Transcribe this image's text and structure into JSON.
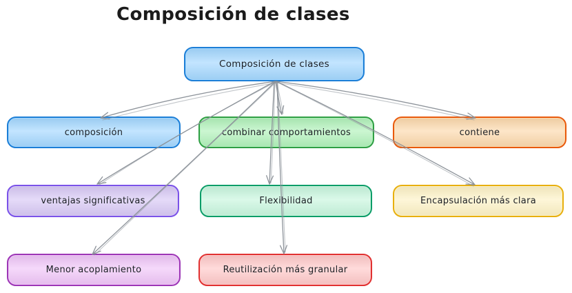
{
  "app": {
    "background": "#ffffff",
    "arrow_color": "#8d939a",
    "text_color": "#1b1f24"
  },
  "title": "Composición de clases",
  "diagram": {
    "nodes": [
      {
        "id": "root",
        "label": "Composición de clases",
        "fill": "#a5d8ff",
        "stroke": "#1c7ed6",
        "style": "--fill:#a5d8ff;--stroke:#1c7ed6"
      },
      {
        "id": "composicion",
        "label": "composición",
        "fill": "#a5d8ff",
        "stroke": "#1c7ed6",
        "style": "--fill:#a5d8ff;--stroke:#1c7ed6"
      },
      {
        "id": "combinar",
        "label": "combinar comportamientos",
        "fill": "#b2f2bb",
        "stroke": "#2f9e44",
        "style": "--fill:#b2f2bb;--stroke:#2f9e44"
      },
      {
        "id": "contiene",
        "label": "contiene",
        "fill": "#fcd9ad",
        "stroke": "#e8590c",
        "style": "--fill:#fcd9ad;--stroke:#e8590c"
      },
      {
        "id": "ventajas",
        "label": "ventajas significativas",
        "fill": "#d8c9f5",
        "stroke": "#7a52e8",
        "style": "--fill:#d8c9f5;--stroke:#7a52e8"
      },
      {
        "id": "flexibilidad",
        "label": "Flexibilidad",
        "fill": "#c8f6de",
        "stroke": "#0c9c68",
        "style": "--fill:#c8f6de;--stroke:#0c9c68"
      },
      {
        "id": "encapsulacion",
        "label": "Encapsulación más clara",
        "fill": "#fdf2c6",
        "stroke": "#e7af0f",
        "style": "--fill:#fdf2c6;--stroke:#e7af0f"
      },
      {
        "id": "menor",
        "label": "Menor acoplamiento",
        "fill": "#f0c6f8",
        "stroke": "#9c36b5",
        "style": "--fill:#f0c6f8;--stroke:#9c36b5"
      },
      {
        "id": "reutilizacion",
        "label": "Reutilización más granular",
        "fill": "#ffc9c9",
        "stroke": "#e03131",
        "style": "--fill:#ffc9c9;--stroke:#e03131"
      }
    ],
    "edges": [
      {
        "from": "Composición de clases",
        "to": "composición"
      },
      {
        "from": "Composición de clases",
        "to": "combinar comportamientos"
      },
      {
        "from": "Composición de clases",
        "to": "contiene"
      },
      {
        "from": "Composición de clases",
        "to": "ventajas significativas"
      },
      {
        "from": "Composición de clases",
        "to": "Flexibilidad"
      },
      {
        "from": "Composición de clases",
        "to": "Encapsulación más clara"
      },
      {
        "from": "Composición de clases",
        "to": "Menor acoplamiento"
      },
      {
        "from": "Composición de clases",
        "to": "Reutilización más granular"
      }
    ]
  }
}
